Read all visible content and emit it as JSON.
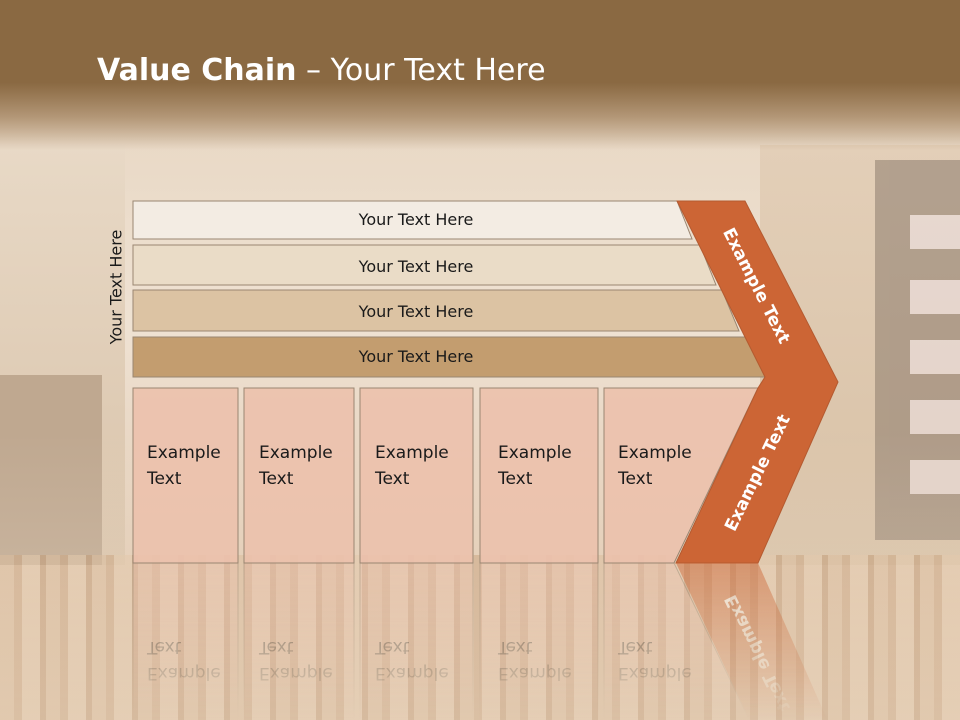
{
  "title": {
    "bold": "Value Chain",
    "rest": " – Your Text Here"
  },
  "vertical_label": "Your Text Here",
  "support_rows": [
    "Your Text Here",
    "Your Text Here",
    "Your Text Here",
    "Your Text Here"
  ],
  "primary_boxes": [
    [
      "Example",
      "Text"
    ],
    [
      "Example",
      "Text"
    ],
    [
      "Example",
      "Text"
    ],
    [
      "Example",
      "Text"
    ],
    [
      "Example",
      "Text"
    ]
  ],
  "arrow_top_text": "Example Text",
  "arrow_bottom_text": "Example Text",
  "colors": {
    "row_fills": [
      "#f3ece3",
      "#eadcc7",
      "#dcc3a3",
      "#c39d6f"
    ],
    "box_fill": "#ecc1ad",
    "arrow_fill": "#cc6535",
    "header": "#8a6942"
  }
}
